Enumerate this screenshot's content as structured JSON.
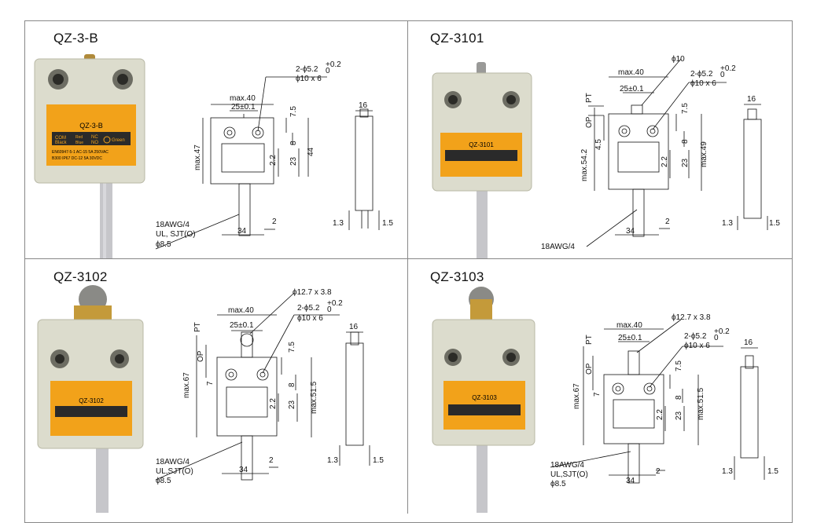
{
  "panels": [
    {
      "id": "qz-3-b",
      "title": "QZ-3-B",
      "label_model": "QZ-3-B",
      "label_rows": [
        "COM",
        "Black",
        "Red",
        "Blue",
        "NC",
        "NO",
        "Green"
      ],
      "label_spec1": "EN60947-5-1   AC-15  5A 250VAC",
      "label_spec2": "B300   IP67   DC-12  5A 30VDC",
      "dims": {
        "hole": "2-ϕ5.2",
        "hole_tol": "+0.2",
        "hole_tol2": "0",
        "hole2": "ϕ10 x 6",
        "width": "max.40",
        "pitch": "25±0.1",
        "height": "max.47",
        "d75": "7.5",
        "d8": "8",
        "d22": "2.2",
        "d23": "23",
        "d44": "44",
        "d16": "16",
        "d34": "34",
        "d2": "2",
        "d13": "1.3",
        "d15": "1.5",
        "cable1": "18AWG/4",
        "cable2": "UL, SJT(O)",
        "cable3": "ϕ8.5"
      }
    },
    {
      "id": "qz-3101",
      "title": "QZ-3101",
      "label_model": "QZ-3101",
      "dims": {
        "plunger": "ϕ10",
        "hole": "2-ϕ5.2",
        "hole_tol": "+0.2",
        "hole_tol2": "0",
        "hole2": "ϕ10 x 6",
        "width": "max.40",
        "pitch": "25±0.1",
        "pt": "PT",
        "op": "OP",
        "d45": "4.5",
        "height": "max.54.2",
        "d75": "7.5",
        "d8": "8",
        "d22": "2.2",
        "d23": "23",
        "d49": "max.49",
        "d16": "16",
        "d34": "34",
        "d2": "2",
        "d13": "1.3",
        "d15": "1.5",
        "cable1": "18AWG/4"
      }
    },
    {
      "id": "qz-3102",
      "title": "QZ-3102",
      "label_model": "QZ-3102",
      "dims": {
        "roller": "ϕ12.7 x 3.8",
        "hole": "2-ϕ5.2",
        "hole_tol": "+0.2",
        "hole_tol2": "0",
        "hole2": "ϕ10 x 6",
        "width": "max.40",
        "pitch": "25±0.1",
        "pt": "PT",
        "op": "OP",
        "d7": "7",
        "height": "max.67",
        "d75": "7.5",
        "d8": "8",
        "d22": "2.2",
        "d23": "23",
        "d515": "max.51.5",
        "d16": "16",
        "d34": "34",
        "d2": "2",
        "d13": "1.3",
        "d15": "1.5",
        "cable1": "18AWG/4",
        "cable2": "UL,SJT(O)",
        "cable3": "ϕ8.5"
      }
    },
    {
      "id": "qz-3103",
      "title": "QZ-3103",
      "label_model": "QZ-3103",
      "dims": {
        "roller": "ϕ12.7 x 3.8",
        "hole": "2-ϕ5.2",
        "hole_tol": "+0.2",
        "hole_tol2": "0",
        "hole2": "ϕ10 x 6",
        "width": "max.40",
        "pitch": "25±0.1",
        "pt": "PT",
        "op": "OP",
        "d7": "7",
        "height": "max.67",
        "d75": "7.5",
        "d8": "8",
        "d22": "2.2",
        "d23": "23",
        "d515": "max.51.5",
        "d16": "16",
        "d34": "34",
        "d2": "2",
        "d13": "1.3",
        "d15": "1.5",
        "cable1": "18AWG/4",
        "cable2": "UL,SJT(O)",
        "cable3": "ϕ8.5"
      }
    }
  ],
  "colors": {
    "body": "#dcdccd",
    "body_shadow": "#b9b9a6",
    "label": "#f2a21a",
    "cable": "#c4c4c8",
    "brass": "#c49a3a"
  }
}
